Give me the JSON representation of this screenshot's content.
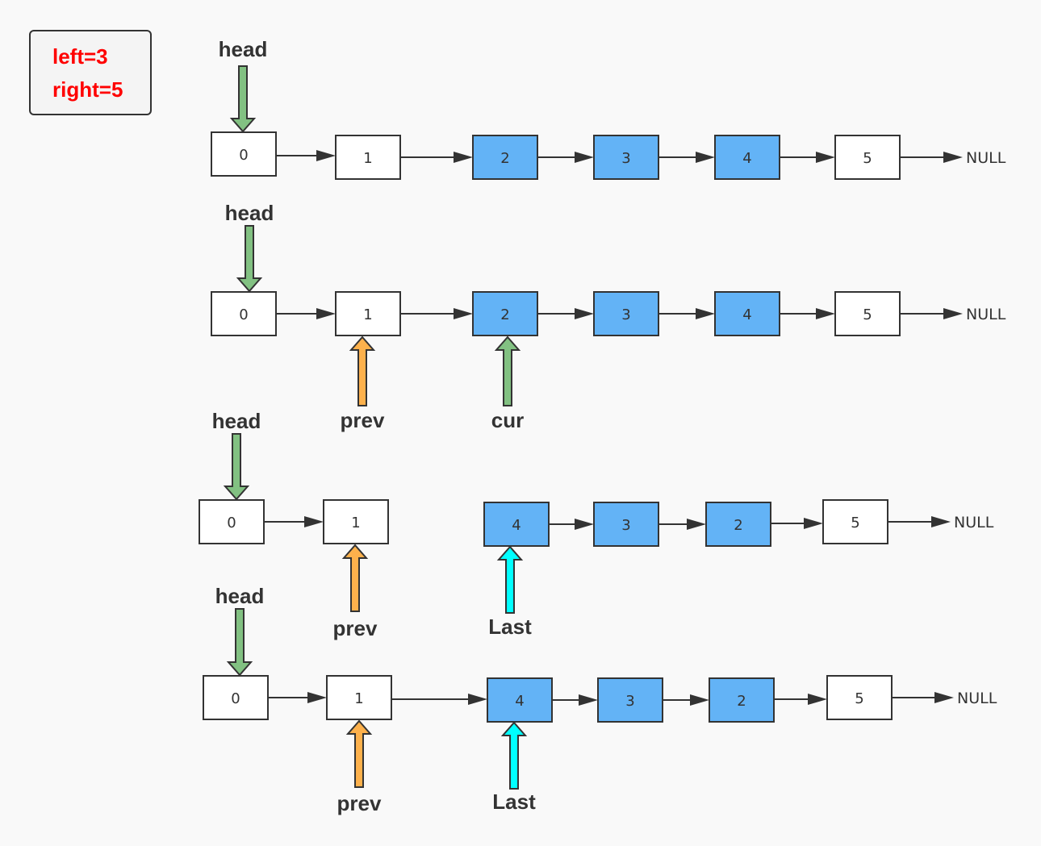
{
  "params": {
    "left_label": "left=3",
    "right_label": "right=5"
  },
  "colors": {
    "highlight": "#63b3f6",
    "plain": "#ffffff",
    "outline": "#333333",
    "head_arrow": "#82c182",
    "cur_arrow": "#82c182",
    "prev_arrow": "#fdb14c",
    "last_arrow": "#00ffff",
    "link": "#333333",
    "param": "#ff0000"
  },
  "null_label": "NULL",
  "rows": [
    {
      "nodes": [
        {
          "value": "0",
          "highlight": false
        },
        {
          "value": "1",
          "highlight": false
        },
        {
          "value": "2",
          "highlight": true
        },
        {
          "value": "3",
          "highlight": true
        },
        {
          "value": "4",
          "highlight": true
        },
        {
          "value": "5",
          "highlight": false
        }
      ],
      "pointers": [
        {
          "label": "head",
          "target": 0,
          "type": "head"
        }
      ]
    },
    {
      "nodes": [
        {
          "value": "0",
          "highlight": false
        },
        {
          "value": "1",
          "highlight": false
        },
        {
          "value": "2",
          "highlight": true
        },
        {
          "value": "3",
          "highlight": true
        },
        {
          "value": "4",
          "highlight": true
        },
        {
          "value": "5",
          "highlight": false
        }
      ],
      "pointers": [
        {
          "label": "head",
          "target": 0,
          "type": "head"
        },
        {
          "label": "prev",
          "target": 1,
          "type": "prev"
        },
        {
          "label": "cur",
          "target": 2,
          "type": "cur"
        }
      ]
    },
    {
      "nodes": [
        {
          "value": "0",
          "highlight": false
        },
        {
          "value": "1",
          "highlight": false
        },
        {
          "value": "4",
          "highlight": true
        },
        {
          "value": "3",
          "highlight": true
        },
        {
          "value": "2",
          "highlight": true
        },
        {
          "value": "5",
          "highlight": false
        }
      ],
      "broken_link": 1,
      "pointers": [
        {
          "label": "head",
          "target": 0,
          "type": "head"
        },
        {
          "label": "prev",
          "target": 1,
          "type": "prev"
        },
        {
          "label": "Last",
          "target": 2,
          "type": "last"
        }
      ]
    },
    {
      "nodes": [
        {
          "value": "0",
          "highlight": false
        },
        {
          "value": "1",
          "highlight": false
        },
        {
          "value": "4",
          "highlight": true
        },
        {
          "value": "3",
          "highlight": true
        },
        {
          "value": "2",
          "highlight": true
        },
        {
          "value": "5",
          "highlight": false
        }
      ],
      "pointers": [
        {
          "label": "head",
          "target": 0,
          "type": "head"
        },
        {
          "label": "prev",
          "target": 1,
          "type": "prev"
        },
        {
          "label": "Last",
          "target": 2,
          "type": "last"
        }
      ]
    }
  ]
}
